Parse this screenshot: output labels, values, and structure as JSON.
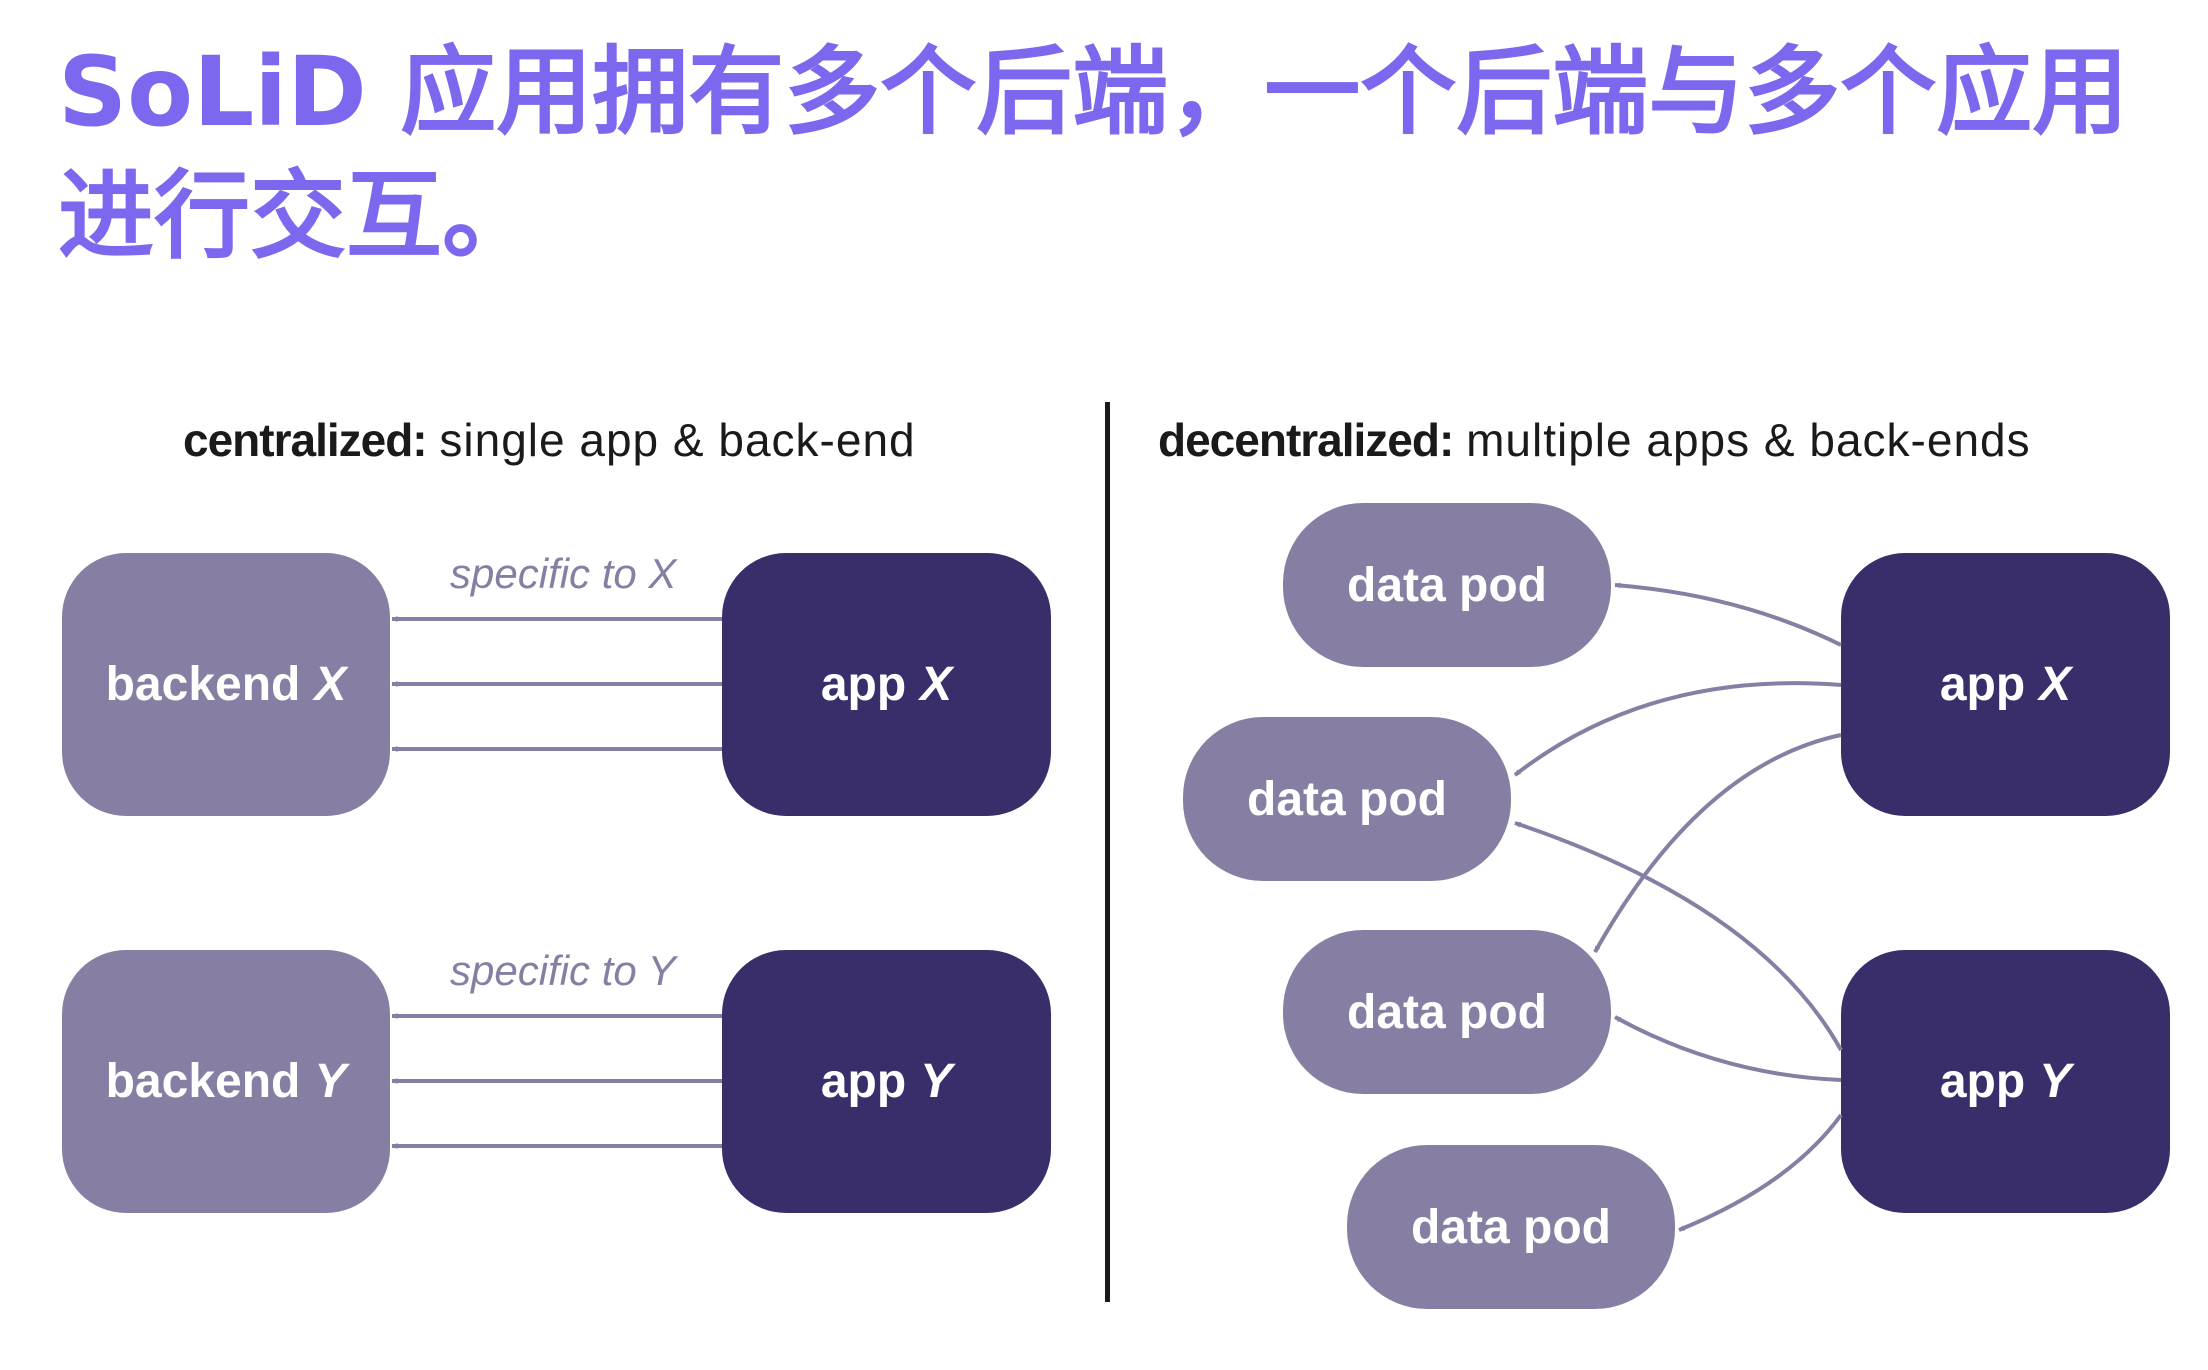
{
  "title": "SoLiD 应用拥有多个后端，一个后端与多个应用进行交互。",
  "centralized": {
    "heading_strong": "centralized:",
    "heading_rest": "single app & back-end",
    "backend_x": {
      "word": "backend",
      "var": "X"
    },
    "backend_y": {
      "word": "backend",
      "var": "Y"
    },
    "app_x": {
      "word": "app",
      "var": "X"
    },
    "app_y": {
      "word": "app",
      "var": "Y"
    },
    "label_x": "specific to X",
    "label_y": "specific to Y"
  },
  "decentralized": {
    "heading_strong": "decentralized:",
    "heading_rest": "multiple apps & back-ends",
    "pods": [
      "data pod",
      "data pod",
      "data pod",
      "data pod"
    ],
    "app_x": {
      "word": "app",
      "var": "X"
    },
    "app_y": {
      "word": "app",
      "var": "Y"
    }
  },
  "colors": {
    "title": "#7b68ee",
    "backend_pod": "#877fa3",
    "app": "#3a2e6a",
    "arrow": "#877fa3",
    "divider": "#1a1a1a"
  }
}
